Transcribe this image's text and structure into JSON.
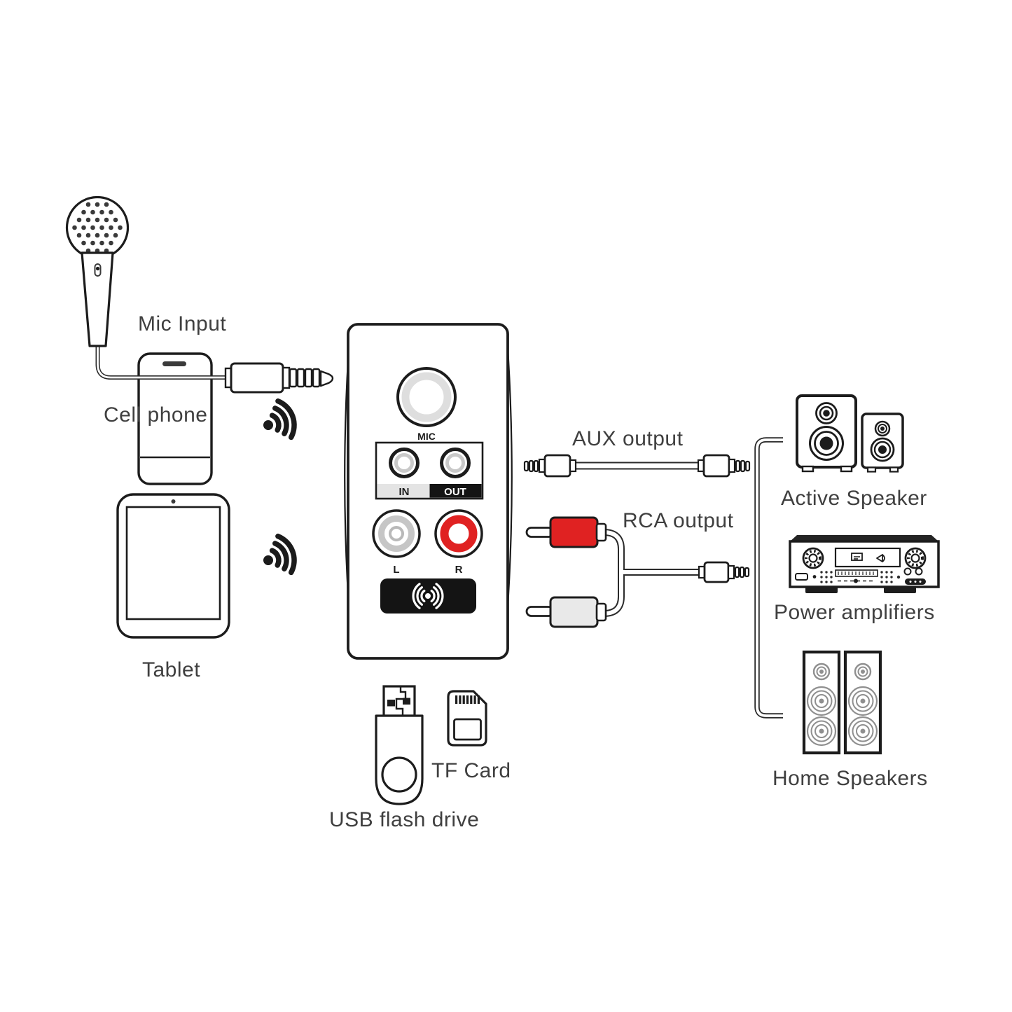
{
  "diagram": {
    "type": "bluetooth-audio-adapter-connection-diagram",
    "labels": {
      "mic_input": "Mic Input",
      "cell_phone": "Cell phone",
      "tablet": "Tablet",
      "aux_output": "AUX output",
      "rca_output": "RCA output",
      "active_speaker": "Active Speaker",
      "power_amplifiers": "Power amplifiers",
      "home_speakers": "Home Speakers",
      "tf_card": "TF Card",
      "usb_flash_drive": "USB flash drive"
    },
    "device_panel": {
      "mic_port": "MIC",
      "jack_in": "IN",
      "jack_out": "OUT",
      "rca_left": "L",
      "rca_right": "R"
    },
    "icons": {
      "microphone": "microphone-icon",
      "wireless_signal": "wireless-signal-icon",
      "nfc_pad": "nfc-signal-icon"
    },
    "colors": {
      "line": "#1c1c1c",
      "label_text": "#3f3f3f",
      "rca_red": "#e02222",
      "rca_gray": "#e9e9e9",
      "panel_black": "#141414",
      "strip_gray": "#e4e4e4",
      "strip_black": "#141414",
      "ring_gray": "#c9c9c9"
    }
  }
}
